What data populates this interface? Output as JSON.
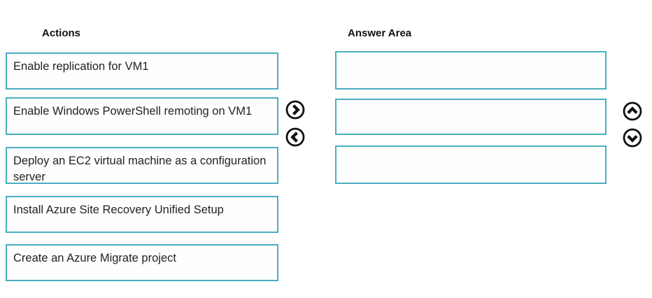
{
  "question_layout": "drag-and-drop",
  "colors": {
    "box_border": "#4aafc0",
    "box_background": "#fefefe",
    "arrow_color": "#111111",
    "text_color": "#222222",
    "page_background": "#ffffff"
  },
  "actions_panel": {
    "title": "Actions",
    "items": [
      {
        "label": "Enable replication for VM1"
      },
      {
        "label": "Enable Windows PowerShell remoting on VM1"
      },
      {
        "label": "Deploy an EC2 virtual machine as a configuration server"
      },
      {
        "label": "Install Azure Site Recovery Unified Setup"
      },
      {
        "label": "Create an Azure Migrate project"
      }
    ]
  },
  "answer_panel": {
    "title": "Answer Area",
    "slots": [
      {
        "value": ""
      },
      {
        "value": ""
      },
      {
        "value": ""
      }
    ]
  },
  "controls": {
    "move_right": {
      "icon": "chevron-right-circle-icon",
      "action": "move selected action to answer area"
    },
    "move_left": {
      "icon": "chevron-left-circle-icon",
      "action": "move selected answer back to actions"
    },
    "move_up": {
      "icon": "chevron-up-circle-icon",
      "action": "move selected answer up"
    },
    "move_down": {
      "icon": "chevron-down-circle-icon",
      "action": "move selected answer down"
    }
  }
}
